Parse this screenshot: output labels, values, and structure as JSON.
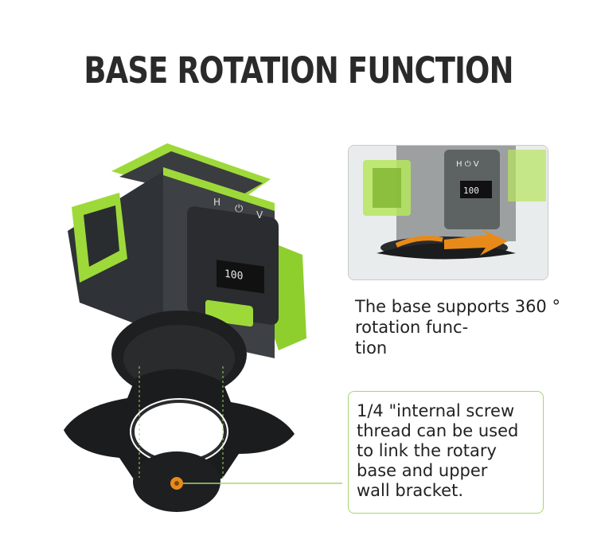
{
  "title": "BASE ROTATION FUNCTION",
  "device": {
    "buttons": [
      "H",
      "⏻",
      "V"
    ],
    "display_value": "100"
  },
  "caption": "The base supports 360 ° rotation func-\ntion",
  "note": "1/4 \"internal screw\nthread can be used\nto link the rotary\nbase and upper\nwall bracket.",
  "colors": {
    "lime": "#9ed93a",
    "dark_body": "#3a3d40",
    "orange": "#e88a1a",
    "accent_line": "#a6d66b"
  }
}
